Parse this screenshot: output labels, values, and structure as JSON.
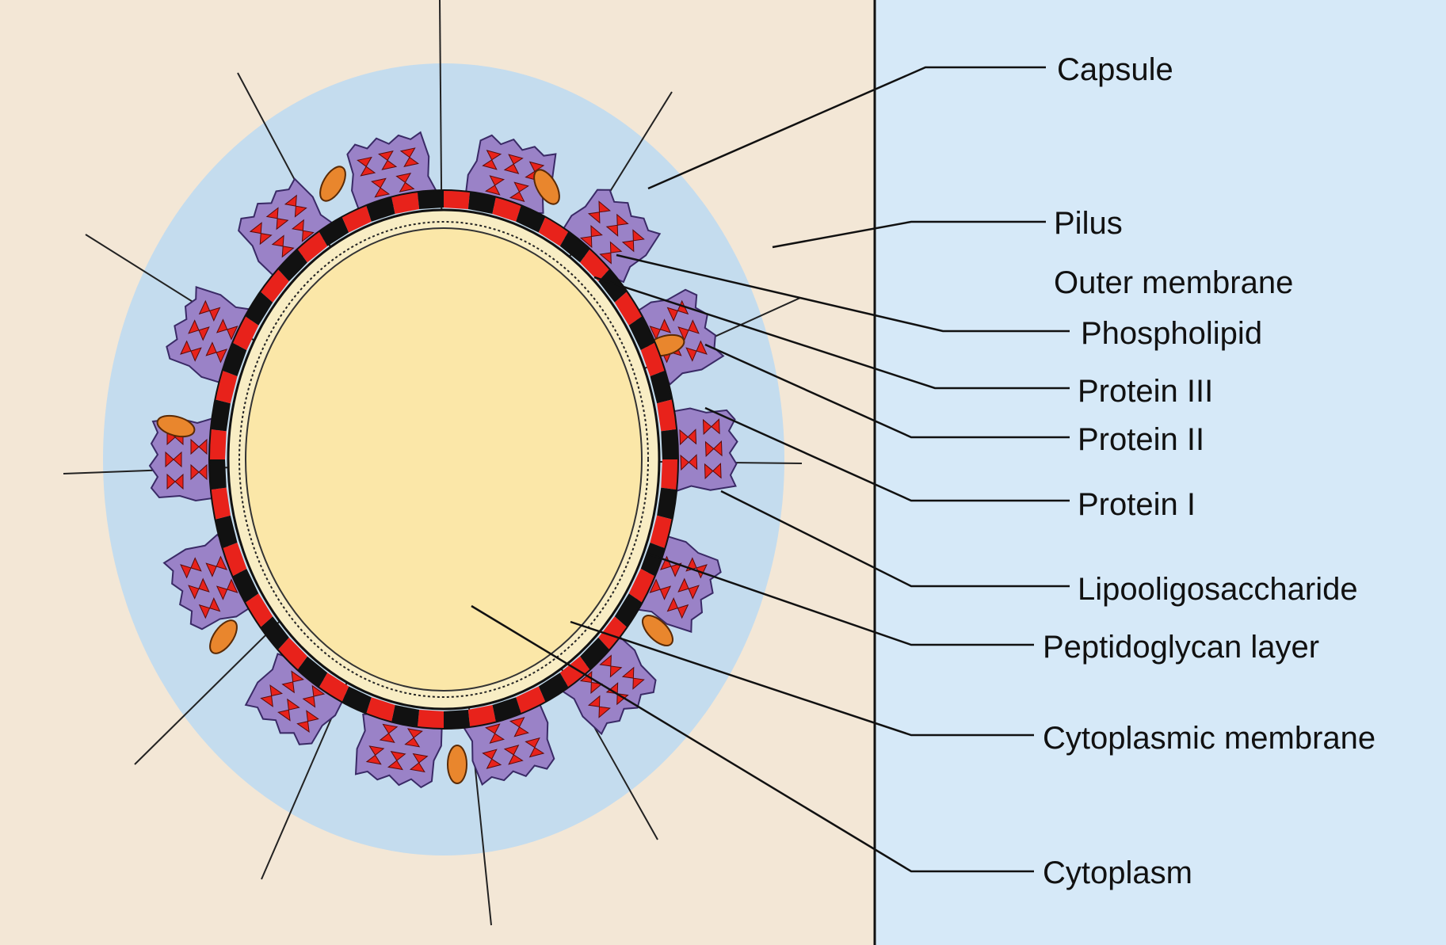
{
  "diagram": {
    "labels": {
      "capsule": "Capsule",
      "pilus": "Pilus",
      "outer_membrane": "Outer membrane",
      "phospholipid": "Phospholipid",
      "protein_iii": "Protein III",
      "protein_ii": "Protein II",
      "protein_i": "Protein I",
      "lipooligosaccharide": "Lipooligosaccharide",
      "peptidoglycan_layer": "Peptidoglycan layer",
      "cytoplasmic_membrane": "Cytoplasmic membrane",
      "cytoplasm": "Cytoplasm"
    },
    "colors": {
      "right_panel": "#d6e9f8",
      "left_panel": "#f3e7d6",
      "capsule": "#c4dcee",
      "cytoplasm": "#fbe7a8",
      "protein_purple": "#9a82c7",
      "red_segment": "#e8221b",
      "black_segment": "#111111",
      "orange_granule": "#e9862d"
    }
  }
}
